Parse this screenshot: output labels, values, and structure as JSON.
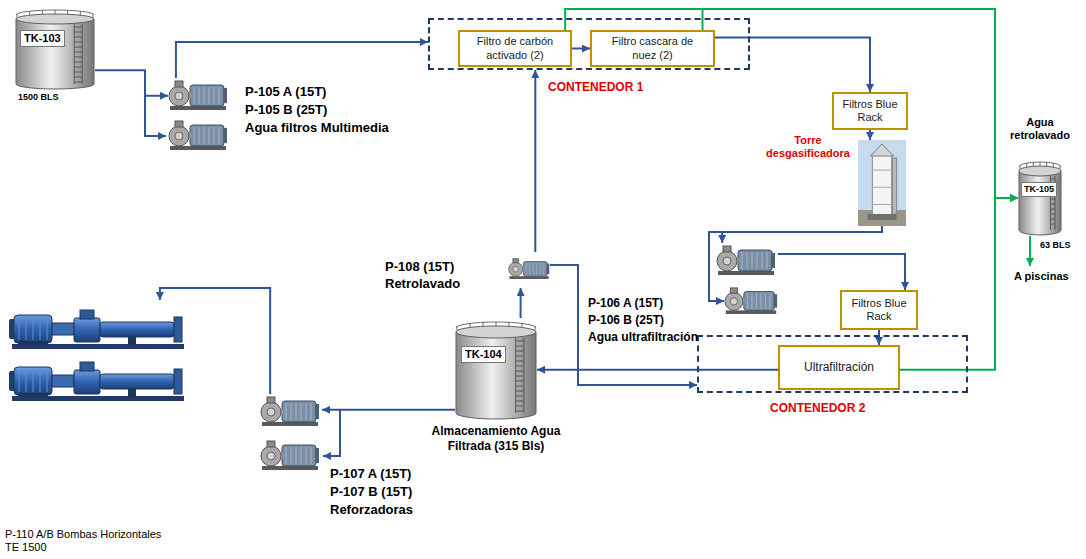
{
  "diagram": {
    "nodes": [
      {
        "text": [
          "TK-103",
          "1500 BLS"
        ]
      },
      {
        "text": [
          "P-105 A (15T)",
          "P-105 B (25T)",
          "Agua filtros Multimedia"
        ]
      },
      {
        "text": [
          "CONTENEDOR 1"
        ]
      },
      {
        "text": [
          "Filtro de carbón activado (2)"
        ],
        "in": 2
      },
      {
        "text": [
          "Filtro cascara de nuez (2)"
        ],
        "in": 2
      },
      {
        "text": [
          "Filtros Blue Rack"
        ]
      },
      {
        "text": [
          "Torre desgasificadora"
        ]
      },
      {
        "text": [
          "TK-105",
          "63 BLS"
        ]
      },
      {
        "text": [
          "P-108 (15T)",
          "Retrolavado"
        ]
      },
      {
        "text": [
          "P-106 A (15T)",
          "P-106 B (25T)",
          "Agua ultrafiltración"
        ]
      },
      {
        "text": [
          "Filtros Blue Rack"
        ]
      },
      {
        "text": [
          "TK-104",
          "Almacenamiento Agua Filtrada (315 Bls)"
        ]
      },
      {
        "text": [
          "CONTENEDOR 2"
        ]
      },
      {
        "text": [
          "Ultrafiltración"
        ],
        "in": 12
      },
      {
        "text": [
          "P-107 A (15T)",
          "P-107 B (15T)",
          "Reforzadoras"
        ]
      },
      {
        "text": [
          "P-110 A/B Bombas Horizontales",
          "TE 1500"
        ]
      }
    ],
    "edges": [
      {
        "from": 0,
        "to": 1,
        "arrow": "to"
      },
      {
        "from": 1,
        "to": 2,
        "arrow": "to"
      },
      {
        "from": 3,
        "to": 4,
        "arrow": "to"
      },
      {
        "from": 4,
        "to": 5,
        "arrow": "to"
      },
      {
        "from": 5,
        "to": 6,
        "arrow": "to"
      },
      {
        "from": 6,
        "to": 9,
        "arrow": "to"
      },
      {
        "from": 9,
        "to": 10,
        "arrow": "to"
      },
      {
        "from": 10,
        "to": 13,
        "arrow": "to"
      },
      {
        "from": 13,
        "to": 11,
        "arrow": "to"
      },
      {
        "from": 11,
        "to": 8,
        "arrow": "to"
      },
      {
        "from": 8,
        "to": 2,
        "arrow": "to"
      },
      {
        "from": 8,
        "to": 12,
        "arrow": "to"
      },
      {
        "from": 11,
        "to": 14,
        "arrow": "to"
      },
      {
        "from": 14,
        "to": 15,
        "arrow": "to"
      },
      {
        "from": 3,
        "to": 7,
        "arrow": "to"
      },
      {
        "from": 4,
        "to": 7,
        "arrow": "to"
      },
      {
        "from": 13,
        "to": 7,
        "arrow": "to"
      }
    ],
    "labels": [
      "Agua retrolavado",
      "A piscinas"
    ]
  }
}
